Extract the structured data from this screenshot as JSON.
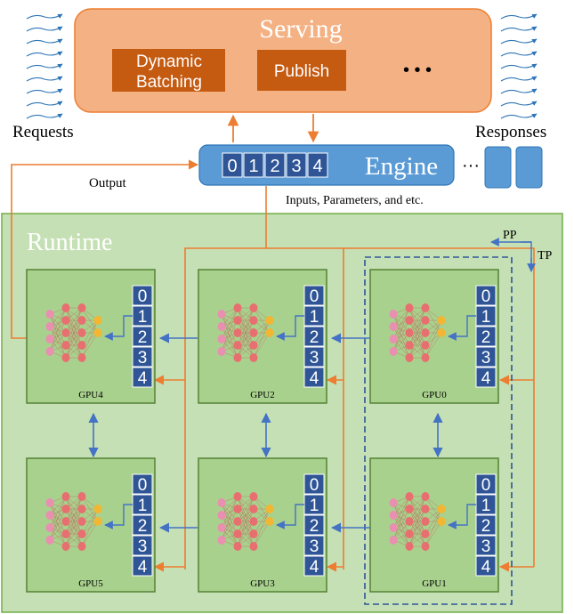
{
  "serving": {
    "title": "Serving",
    "dynamic_batching_line1": "Dynamic",
    "dynamic_batching_line2": "Batching",
    "publish": "Publish",
    "ellipsis": "• • •"
  },
  "requests_label": "Requests",
  "responses_label": "Responses",
  "engine": {
    "title": "Engine",
    "slots": [
      "0",
      "1",
      "2",
      "3",
      "4"
    ],
    "ellipsis": "···"
  },
  "output_label": "Output",
  "inputs_label": "Inputs, Parameters, and etc.",
  "runtime": {
    "title": "Runtime",
    "pp_label": "PP",
    "tp_label": "TP",
    "gpus": [
      {
        "id": "GPU4",
        "slots": [
          "0",
          "1",
          "2",
          "3",
          "4"
        ]
      },
      {
        "id": "GPU2",
        "slots": [
          "0",
          "1",
          "2",
          "3",
          "4"
        ]
      },
      {
        "id": "GPU0",
        "slots": [
          "0",
          "1",
          "2",
          "3",
          "4"
        ]
      },
      {
        "id": "GPU5",
        "slots": [
          "0",
          "1",
          "2",
          "3",
          "4"
        ]
      },
      {
        "id": "GPU3",
        "slots": [
          "0",
          "1",
          "2",
          "3",
          "4"
        ]
      },
      {
        "id": "GPU1",
        "slots": [
          "0",
          "1",
          "2",
          "3",
          "4"
        ]
      }
    ]
  },
  "colors": {
    "serving_fill": "#f4b183",
    "serving_stroke": "#ed7d31",
    "serving_box": "#c55a11",
    "engine_fill": "#5b9bd5",
    "engine_stroke": "#2e75b6",
    "slot_fill": "#2f5597",
    "runtime_fill": "#c5e0b4",
    "runtime_stroke": "#70ad47",
    "gpu_fill": "#a9d18e",
    "gpu_stroke": "#548235",
    "orange_arrow": "#ed7d31",
    "blue_arrow": "#4472c4"
  }
}
